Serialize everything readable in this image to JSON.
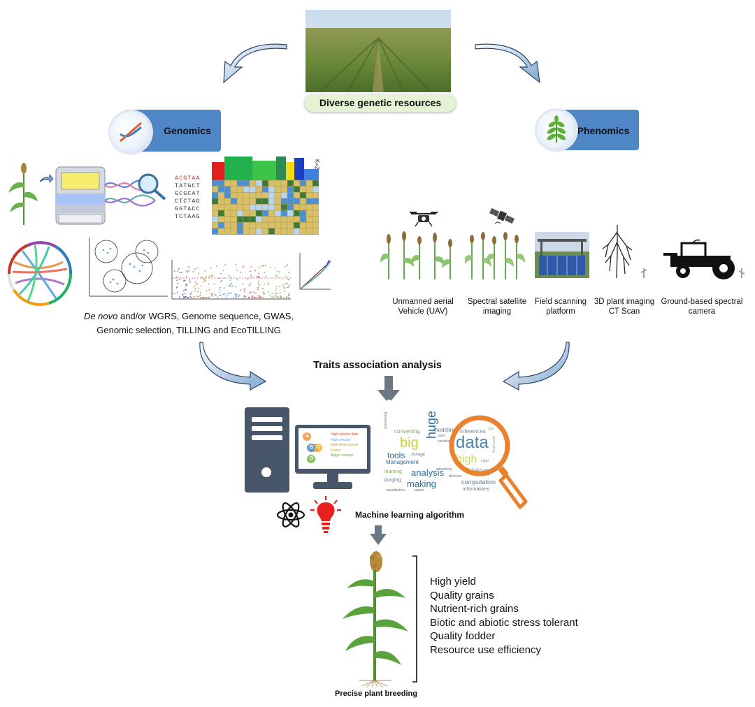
{
  "top": {
    "resource_label": "Diverse genetic resources"
  },
  "genomics": {
    "title": "Genomics",
    "sequence_rows": [
      "ACGTAA",
      "TATGCT",
      "GCGCAT",
      "CTCTAG",
      "GGTACC",
      "TCTAAG"
    ],
    "heatmap_corner_label": "K=2",
    "methods_prefix": "De novo",
    "methods_line1_rest": " and/or WGRS, Genome sequence, GWAS,",
    "methods_line2": "Genomic selection, TILLING and EcoTILLING"
  },
  "phenomics": {
    "title": "Phenomics",
    "tools": [
      {
        "line1": "Unmanned aerial",
        "line2": "Vehicle (UAV)"
      },
      {
        "line1": "Spectral satellite",
        "line2": "imaging"
      },
      {
        "line1": "Field scanning",
        "line2": "platform"
      },
      {
        "line1": "3D plant imaging",
        "line2": "CT Scan"
      },
      {
        "line1": "Ground-based spectral",
        "line2": "camera"
      }
    ]
  },
  "analysis": {
    "traits_label": "Traits association analysis",
    "ml_label": "Machine learning algorithm",
    "monitor_items": [
      {
        "letter": "A",
        "text": "High-volume data",
        "color": "#f0a35c"
      },
      {
        "letter": "B",
        "text": "High velocity",
        "color": "#5aa7d9"
      },
      {
        "letter": "C",
        "text": "Multi-dimensional",
        "color": "#f0c24a"
      },
      {
        "letter": "D",
        "text": "Bigger storage",
        "color": "#8cc26b"
      }
    ],
    "monitor_extra": "Fusion",
    "word_cloud": [
      "converting",
      "modeling",
      "inferences",
      "big",
      "data",
      "huge",
      "tools",
      "storage",
      "high",
      "Management",
      "analysis",
      "biology",
      "learning",
      "purging",
      "making",
      "computation",
      "informations",
      "decision",
      "streaming",
      "point",
      "variable",
      "input",
      "output",
      "size",
      "generating",
      "visualization",
      "processing"
    ]
  },
  "outcomes": {
    "items": [
      "High yield",
      "Quality grains",
      "Nutrient-rich grains",
      "Biotic and abiotic stress tolerant",
      "Quality fodder",
      "Resource use efficiency"
    ],
    "caption": "Precise plant breeding"
  },
  "colors": {
    "banner_blue": "#4f86c6",
    "arrow_blue": "#7fa6cf",
    "down_arrow": "#6b7785",
    "computer": "#48566a",
    "magnifier": "#e9822f",
    "bulb": "#e8211c",
    "plant_green": "#5aa33c",
    "pill_green": "#e6f2d6"
  }
}
